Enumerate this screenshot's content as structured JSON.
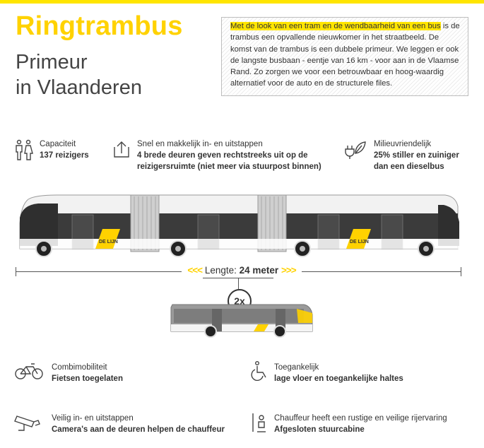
{
  "colors": {
    "brand_yellow": "#ffd200",
    "highlight_yellow": "#ffe500",
    "text_dark": "#333333"
  },
  "header": {
    "title": "Ringtrambus",
    "subtitle_line1": "Primeur",
    "subtitle_line2": "in Vlaanderen"
  },
  "intro": {
    "highlight": "Met de look van een tram en de wendbaarheid van een bus",
    "body": "is de trambus een opvallende nieuwkomer in het straatbeeld. De komst van de trambus is een dubbele primeur. We leggen er ook de langste busbaan - eentje van 16 km - voor aan in de Vlaamse Rand. Zo zorgen we voor een betrouwbaar en hoog-waardig alternatief voor de auto en de structurele files."
  },
  "features_top": [
    {
      "icon": "people-icon",
      "title": "Capaciteit",
      "detail": "137 reizigers"
    },
    {
      "icon": "door-entry-icon",
      "title": "Snel en makkelijk in- en uitstappen",
      "detail": "4 brede deuren geven rechtstreeks uit op de reizigersruimte (niet meer via stuurpost binnen)"
    },
    {
      "icon": "eco-leaf-plug-icon",
      "title": "Milieuvriendelijk",
      "detail": "25% stiller en zuiniger dan een dieselbus"
    }
  ],
  "length": {
    "arrows_left": "<<<",
    "label": "Lengte:",
    "value": "24 meter",
    "arrows_right": ">>>"
  },
  "comparison": {
    "multiplier": "2x"
  },
  "bus_branding": "DE LIJN",
  "features_bottom": [
    {
      "icon": "bicycle-icon",
      "title": "Combimobiliteit",
      "detail": "Fietsen toegelaten"
    },
    {
      "icon": "wheelchair-icon",
      "title": "Toegankelijk",
      "detail": "lage vloer en toegankelijke haltes"
    },
    {
      "icon": "camera-icon",
      "title": "Veilig in- en uitstappen",
      "detail": "Camera's aan de deuren helpen de chauffeur"
    },
    {
      "icon": "driver-cabin-icon",
      "title": "Chauffeur heeft een rustige en veilige rijervaring",
      "detail": "Afgesloten stuurcabine"
    }
  ]
}
